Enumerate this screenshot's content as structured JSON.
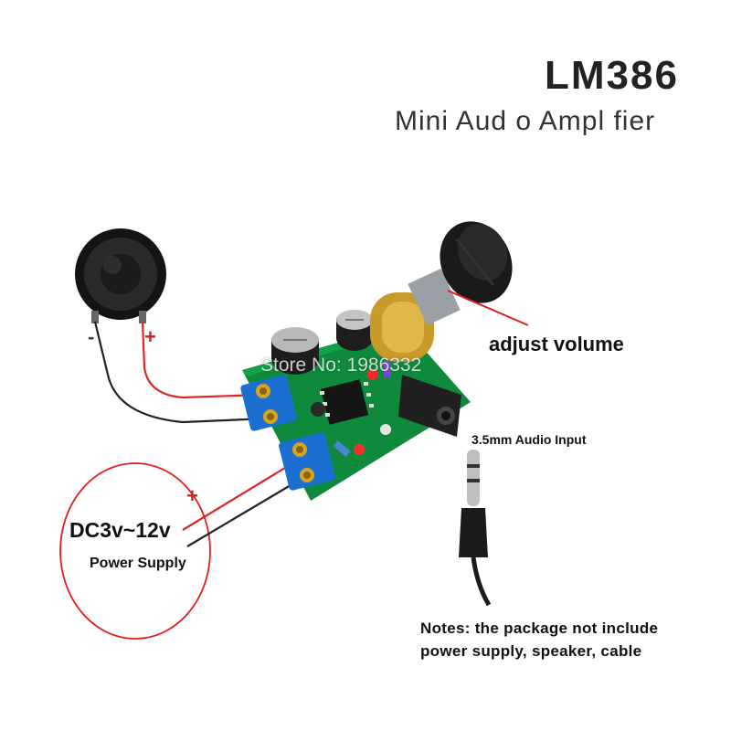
{
  "title": "LM386",
  "subtitle": "Mini Aud o Ampl fier",
  "watermark": "Store No: 1986332",
  "labels": {
    "volume": "adjust volume",
    "audio_input": "3.5mm Audio Input",
    "power_voltage": "DC3v~12v",
    "power_supply": "Power Supply",
    "speaker_minus": "-",
    "speaker_plus": "+",
    "power_plus": "+"
  },
  "notes": {
    "line1": "Notes: the package not include",
    "line2": "power supply, speaker, cable"
  },
  "colors": {
    "pcb": "#0f8a3c",
    "terminal": "#1a6fd0",
    "wire_red": "#e02525",
    "wire_black": "#222222",
    "annotation_red": "#e02020",
    "knob": "#1a1a1a",
    "potentiometer": "#c89a2a"
  }
}
